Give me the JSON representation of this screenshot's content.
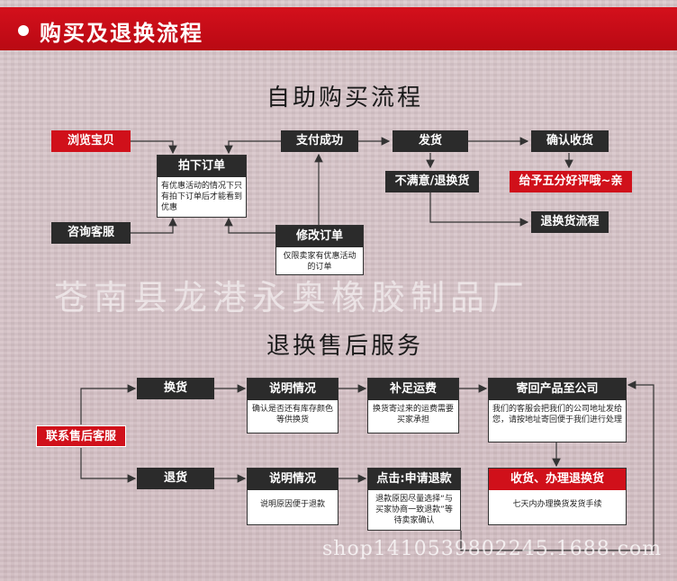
{
  "banner": {
    "title": "购买及退换流程"
  },
  "purchase": {
    "title": "自助购买流程",
    "browse": "浏览宝贝",
    "consult": "咨询客服",
    "order": {
      "title": "拍下订单",
      "note": "有优惠活动的情况下只有拍下订单后才能看到优惠"
    },
    "modify": {
      "title": "修改订单",
      "note": "仅限卖家有优惠活动的订单"
    },
    "pay": "支付成功",
    "ship": "发货",
    "unsatisfied": "不满意/退换货",
    "confirm": "确认收货",
    "praise": "给予五分好评哦~亲",
    "return_flow": "退换货流程"
  },
  "aftersale": {
    "title": "退换售后服务",
    "contact": "联系售后客服",
    "exchange": "换货",
    "refund": "退货",
    "explain1": {
      "title": "说明情况",
      "note": "确认是否还有库存颜色等供换货"
    },
    "explain2": {
      "title": "说明情况",
      "note": "说明原因便于退款"
    },
    "shipping": {
      "title": "补足运费",
      "note": "换货寄过来的运费需要买家承担"
    },
    "apply": {
      "title": "点击:申请退款",
      "note": "退款原因尽量选择“与买家协商一致退款”等待卖家确认"
    },
    "sendback": {
      "title": "寄回产品至公司",
      "note": "我们的客服会把我们的公司地址发给您，请按地址寄回便于我们进行处理"
    },
    "receive": {
      "title": "收货、办理退换货",
      "note": "七天内办理换货发货手续"
    }
  },
  "watermark": {
    "company": "苍南县龙港永奥橡胶制品厂",
    "shop": "shop1410539802245.1688.com"
  },
  "colors": {
    "banner": "#d0101a",
    "dark": "#2b2b2b",
    "accent": "#d0101a"
  }
}
